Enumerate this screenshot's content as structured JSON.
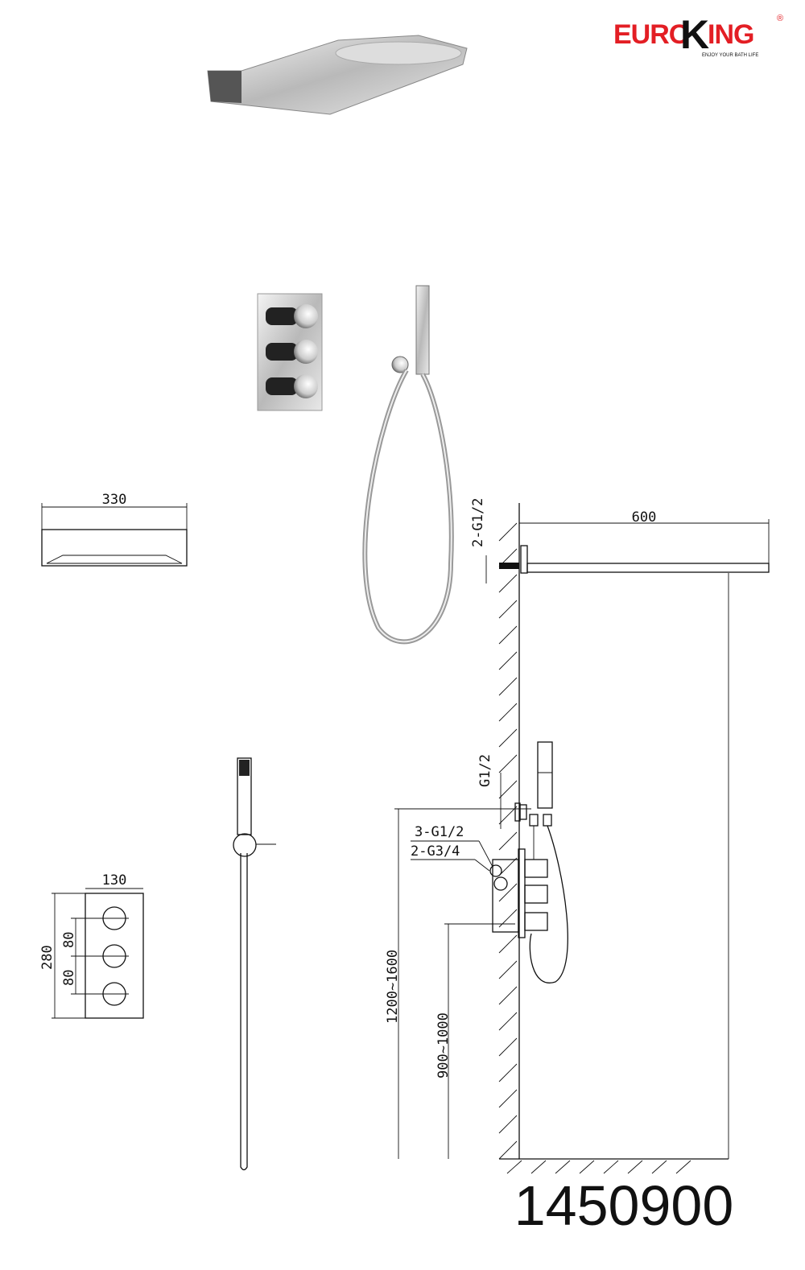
{
  "brand": {
    "name": "EUROKING",
    "part_a": "EURO",
    "part_k": "K",
    "part_b": "ING",
    "tagline": "ENJOY YOUR BATH LIFE",
    "registered": "®",
    "color_red": "#e31e24",
    "color_black": "#111111"
  },
  "dimensions": {
    "head_width": "330",
    "head_length": "600",
    "head_inlet": "2-G1/2",
    "hand_inlet": "G1/2",
    "mixer_outlets": "3-G1/2",
    "mixer_inlets": "2-G3/4",
    "panel_width": "130",
    "panel_height": "280",
    "knob_spacing_1": "80",
    "knob_spacing_2": "80",
    "mixer_height": "1200~1600",
    "lower_height": "900~1000"
  },
  "model_number": "1450900"
}
